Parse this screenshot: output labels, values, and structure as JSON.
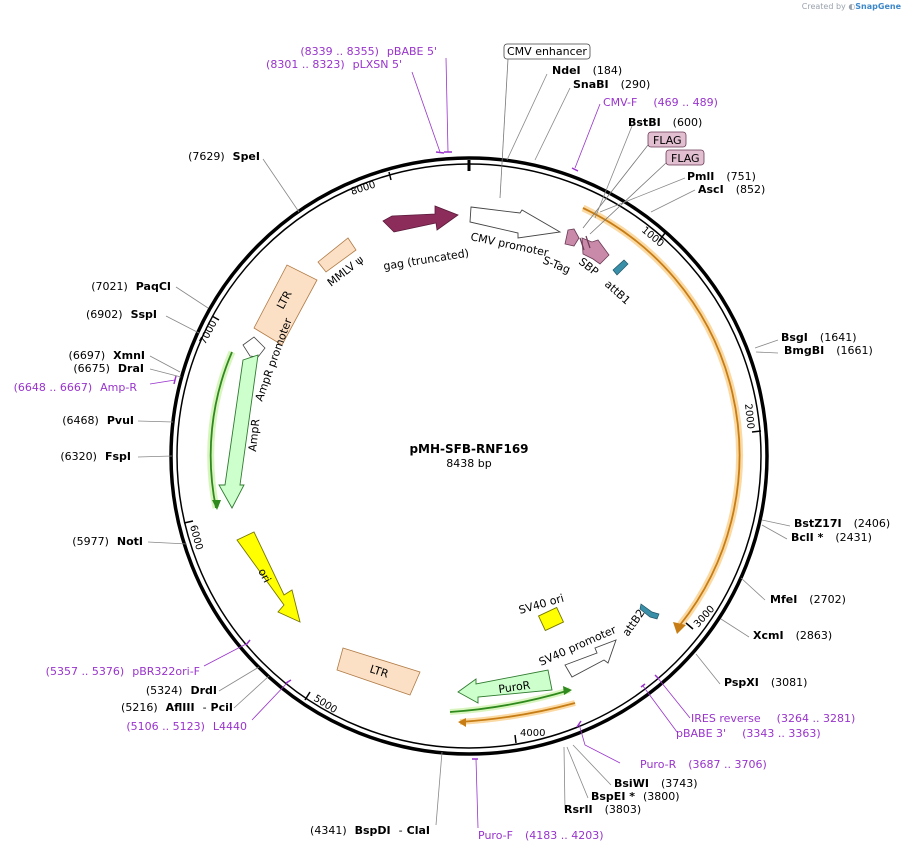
{
  "credit": {
    "prefix": "Created by",
    "brand": "SnapGene"
  },
  "plasmid": {
    "name": "pMH-SFB-RNF169",
    "size_label": "8438 bp"
  },
  "ticks": [
    "1000",
    "2000",
    "3000",
    "4000",
    "5000",
    "6000",
    "7000",
    "8000"
  ],
  "features": {
    "cmv_enhancer": "CMV enhancer",
    "cmv_promoter": "CMV promoter",
    "gag": "gag (truncated)",
    "mmlv_psi": "MMLV ψ",
    "ltr_left": "LTR",
    "ampr_promoter": "AmpR promoter",
    "ampr": "AmpR",
    "ori": "ori",
    "ltr_bottom": "LTR",
    "puror": "PuroR",
    "sv40_promoter": "SV40 promoter",
    "sv40_ori": "SV40 ori",
    "attb2": "attB2",
    "stag": "S-Tag",
    "sbp": "SBP",
    "attb1": "attB1",
    "flag1": "FLAG",
    "flag2": "FLAG"
  },
  "sites": {
    "ndei": {
      "name": "NdeI",
      "pos": "(184)"
    },
    "snabi": {
      "name": "SnaBI",
      "pos": "(290)"
    },
    "bstbi": {
      "name": "BstBI",
      "pos": "(600)"
    },
    "pmli": {
      "name": "PmlI",
      "pos": "(751)"
    },
    "asci": {
      "name": "AscI",
      "pos": "(852)"
    },
    "bsgi": {
      "name": "BsgI",
      "pos": "(1641)"
    },
    "bmgbi": {
      "name": "BmgBI",
      "pos": "(1661)"
    },
    "bstz17i": {
      "name": "BstZ17I",
      "pos": "(2406)"
    },
    "bcli": {
      "name": "BclI *",
      "pos": "(2431)"
    },
    "mfei": {
      "name": "MfeI",
      "pos": "(2702)"
    },
    "xcmi": {
      "name": "XcmI",
      "pos": "(2863)"
    },
    "pspxi": {
      "name": "PspXI",
      "pos": "(3081)"
    },
    "bsiwi": {
      "name": "BsiWI",
      "pos": "(3743)"
    },
    "bspei": {
      "name": "BspEI *",
      "pos": "(3800)"
    },
    "rsrii": {
      "name": "RsrII",
      "pos": "(3803)"
    },
    "bspdi": {
      "name": "BspDI",
      "sep": "-",
      "name2": "ClaI",
      "pos": "(4341)"
    },
    "drdi": {
      "name": "DrdI",
      "pos": "(5324)"
    },
    "afliii": {
      "name": "AflIII",
      "sep": "-",
      "name2": "PciI",
      "pos": "(5216)"
    },
    "noti": {
      "name": "NotI",
      "pos": "(5977)"
    },
    "fspi": {
      "name": "FspI",
      "pos": "(6320)"
    },
    "pvui": {
      "name": "PvuI",
      "pos": "(6468)"
    },
    "drai": {
      "name": "DraI",
      "pos": "(6675)"
    },
    "xmni": {
      "name": "XmnI",
      "pos": "(6697)"
    },
    "sspi": {
      "name": "SspI",
      "pos": "(6902)"
    },
    "paqci": {
      "name": "PaqCI",
      "pos": "(7021)"
    },
    "spei": {
      "name": "SpeI",
      "pos": "(7629)"
    }
  },
  "primers": {
    "pbabe5": {
      "range": "(8339 .. 8355)",
      "name": "pBABE 5'"
    },
    "plxsn5": {
      "range": "(8301 .. 8323)",
      "name": "pLXSN 5'"
    },
    "cmvf": {
      "name": "CMV-F",
      "range": "(469 .. 489)"
    },
    "ampr": {
      "range": "(6648 .. 6667)",
      "name": "Amp-R"
    },
    "pbr322": {
      "range": "(5357 .. 5376)",
      "name": "pBR322ori-F"
    },
    "l4440": {
      "range": "(5106 .. 5123)",
      "name": "L4440"
    },
    "purof": {
      "name": "Puro-F",
      "range": "(4183 .. 4203)"
    },
    "puror": {
      "name": "Puro-R",
      "range": "(3687 .. 3706)"
    },
    "ires": {
      "name": "IRES reverse",
      "range": "(3264 .. 3281)"
    },
    "pbabe3": {
      "name": "pBABE 3'",
      "range": "(3343 .. 3363)"
    }
  },
  "colors": {
    "gag": "#8b2c5a",
    "ltr": "#fbe0c6",
    "ampr": "#ccffcc",
    "ori": "#ffff00",
    "orange_bar": "#e89b2e",
    "green_bar": "#55b54a",
    "primer": "#9933cc",
    "flag": "#e2bfd0"
  }
}
